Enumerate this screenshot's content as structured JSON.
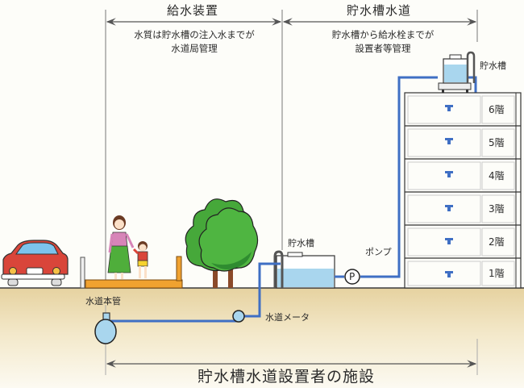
{
  "header": {
    "left_section": {
      "title": "給水装置",
      "note_line1": "水質は貯水槽の注入水までが",
      "note_line2": "水道局管理"
    },
    "right_section": {
      "title": "貯水槽水道",
      "note_line1": "貯水槽から給水栓までが",
      "note_line2": "設置者等管理"
    }
  },
  "labels": {
    "rooftop_tank": "貯水槽",
    "ground_tank": "貯水槽",
    "pump": "ポンプ",
    "pump_symbol": "P",
    "water_main": "水道本管",
    "water_meter": "水道メータ"
  },
  "building": {
    "floors": [
      "6階",
      "5階",
      "4階",
      "3階",
      "2階",
      "1階"
    ]
  },
  "footer": {
    "span_label": "貯水槽水道設置者の施設"
  },
  "colors": {
    "pipe": "#3f6fc4",
    "water": "#a9d6ee",
    "ground_top": "#e9d7a8",
    "ground_bottom": "#fbf8ee",
    "tree": "#46a83a",
    "car": "#d9453a",
    "platform": "#f0a230",
    "line": "#333333"
  }
}
